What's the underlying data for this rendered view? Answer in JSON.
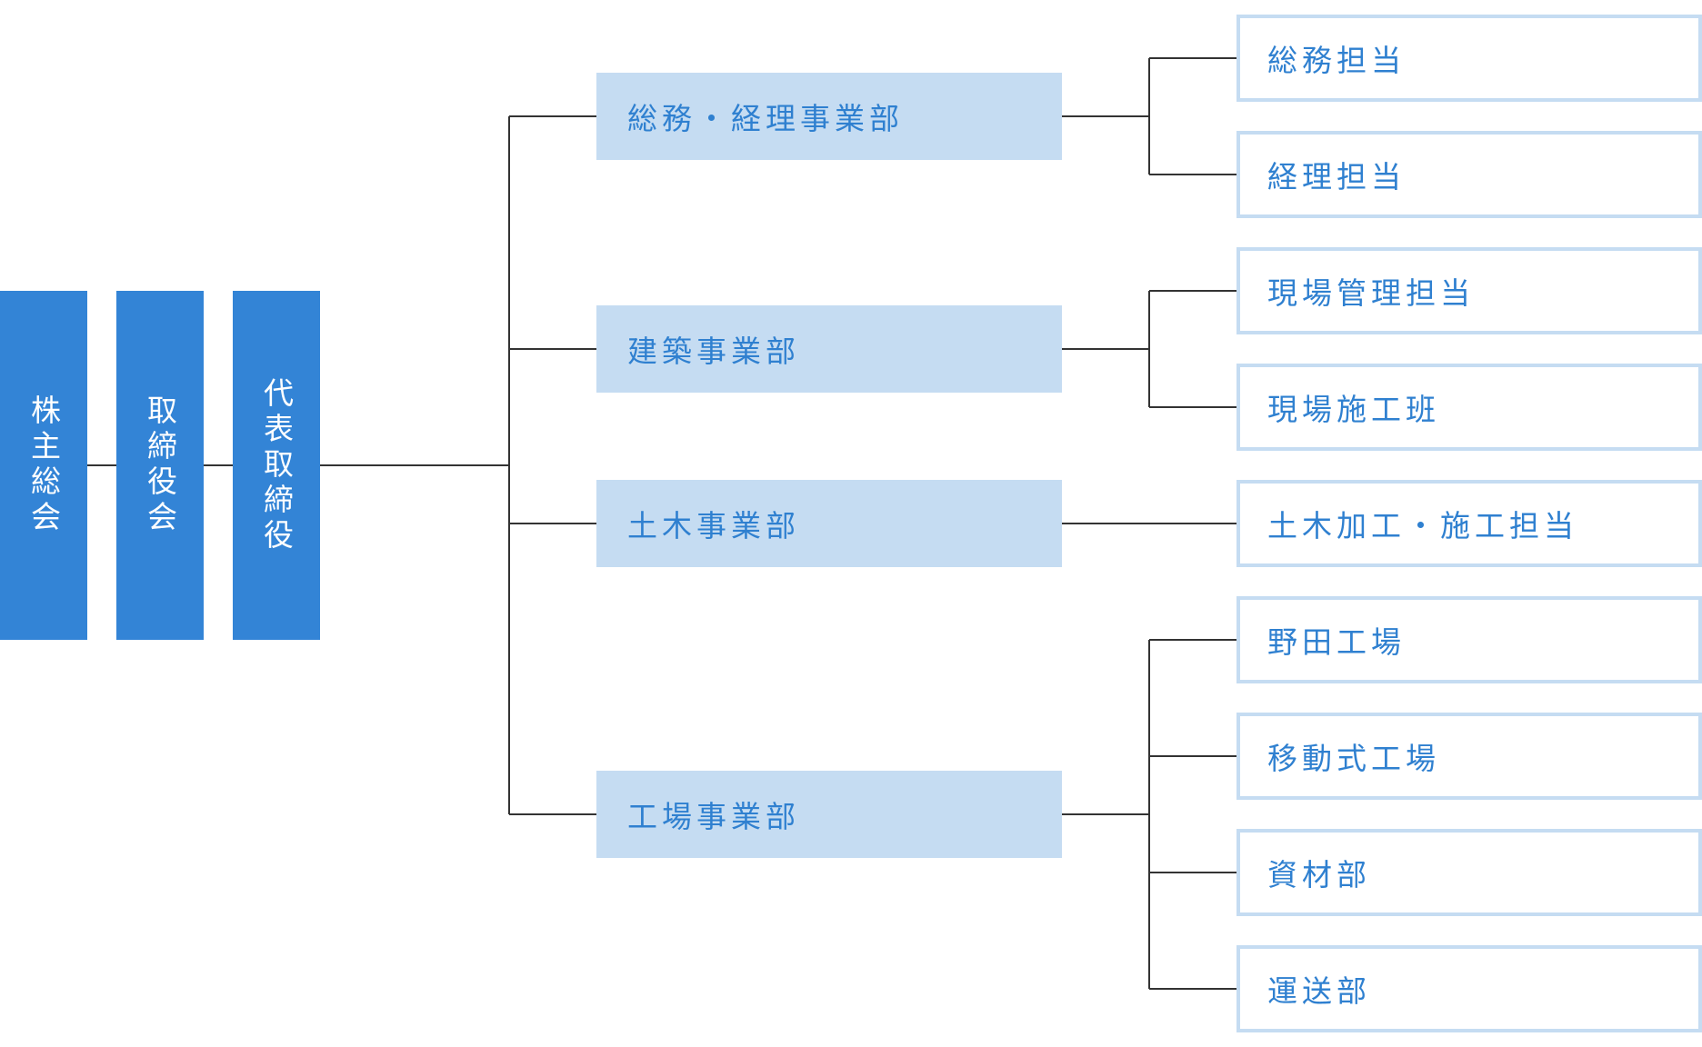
{
  "executive": {
    "shareholders": "株主総会",
    "board": "取締役会",
    "ceo": "代表取締役"
  },
  "departments": [
    {
      "label": "総務・経理事業部",
      "units": [
        "総務担当",
        "経理担当"
      ]
    },
    {
      "label": "建築事業部",
      "units": [
        "現場管理担当",
        "現場施工班"
      ]
    },
    {
      "label": "土木事業部",
      "units": [
        "土木加工・施工担当"
      ]
    },
    {
      "label": "工場事業部",
      "units": [
        "野田工場",
        "移動式工場",
        "資材部",
        "運送部"
      ]
    }
  ],
  "colors": {
    "exec_fill": "#3384d6",
    "dept_fill": "#c5dcf2",
    "unit_border": "#c5dcf2",
    "text_blue": "#2f80d0",
    "line": "#333333"
  }
}
